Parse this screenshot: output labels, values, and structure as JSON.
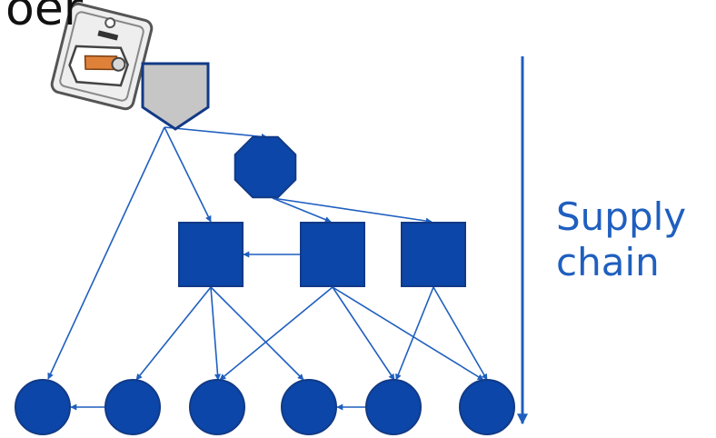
{
  "title_fragment": "oer",
  "supply_chain": {
    "line1": "Supply",
    "line2": "chain"
  },
  "product_icon": "packaged-pencil-sharpener-icon",
  "colors": {
    "node_fill": "#0b46a8",
    "node_stroke": "#123a86",
    "top_node_fill": "#c6c6c6",
    "top_node_stroke": "#123a86",
    "edge": "#1f5fbf",
    "axis_arrow": "#1f5fbf",
    "label": "#1f5fbf"
  },
  "diagram": {
    "nodes": [
      {
        "id": "top",
        "shape": "pentagon-down"
      },
      {
        "id": "oct",
        "shape": "octagon"
      },
      {
        "id": "sq1",
        "shape": "square"
      },
      {
        "id": "sq2",
        "shape": "square"
      },
      {
        "id": "sq3",
        "shape": "square"
      },
      {
        "id": "c1",
        "shape": "circle"
      },
      {
        "id": "c2",
        "shape": "circle"
      },
      {
        "id": "c3",
        "shape": "circle"
      },
      {
        "id": "c4",
        "shape": "circle"
      },
      {
        "id": "c5",
        "shape": "circle"
      },
      {
        "id": "c6",
        "shape": "circle"
      }
    ],
    "edges": [
      {
        "from": "top",
        "to": "c1"
      },
      {
        "from": "top",
        "to": "sq1"
      },
      {
        "from": "top",
        "to": "oct"
      },
      {
        "from": "oct",
        "to": "sq2"
      },
      {
        "from": "oct",
        "to": "sq3"
      },
      {
        "from": "sq2",
        "to": "sq1"
      },
      {
        "from": "sq1",
        "to": "c2"
      },
      {
        "from": "sq1",
        "to": "c3"
      },
      {
        "from": "sq1",
        "to": "c4"
      },
      {
        "from": "sq2",
        "to": "c3"
      },
      {
        "from": "sq2",
        "to": "c5"
      },
      {
        "from": "sq2",
        "to": "c6"
      },
      {
        "from": "sq3",
        "to": "c5"
      },
      {
        "from": "sq3",
        "to": "c6"
      },
      {
        "from": "c2",
        "to": "c1"
      },
      {
        "from": "c5",
        "to": "c4"
      }
    ]
  }
}
